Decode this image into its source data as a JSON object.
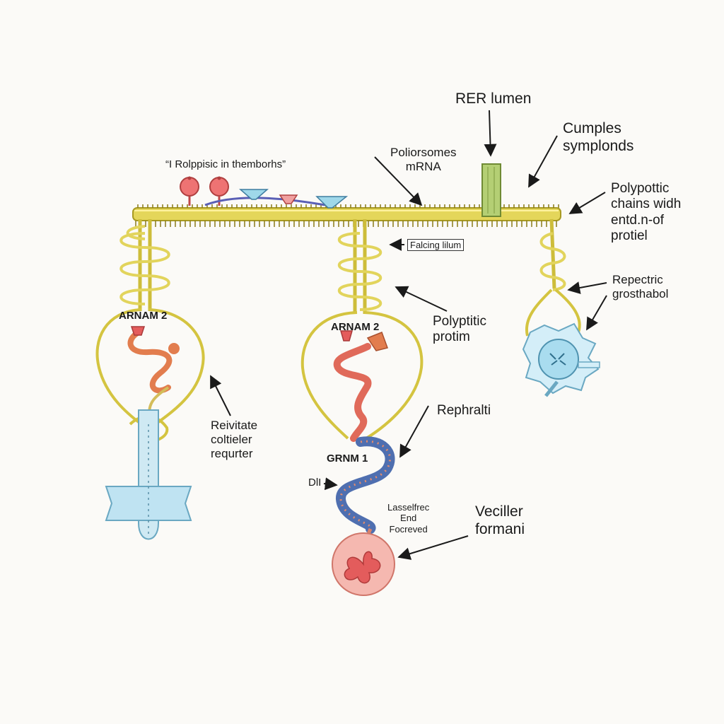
{
  "labels": {
    "rer_lumen": "RER lumen",
    "cumples_line1": "Cumples",
    "cumples_line2": "symplonds",
    "polysomes_line1": "Poliorsomes",
    "polysomes_line2": "mRNA",
    "ropp_caption": "“I Rolppisic in themborhs”",
    "polyp_chains_line1": "Polypottic",
    "polyp_chains_line2": "chains widh",
    "polyp_chains_line3": "entd.n-of",
    "polyp_chains_line4": "protiel",
    "falcing": "Falcing lilum",
    "repectric_line1": "Repectric",
    "repectric_line2": "grosthabol",
    "arnam_left": "ARNAM 2",
    "arnam_mid": "ARNAM 2",
    "polyptitic_line1": "Polyptitic",
    "polyptitic_line2": "protim",
    "rephralti": "Rephralti",
    "reivitate_line1": "Reivitate",
    "reivitate_line2": "coltieler",
    "reivitate_line3": "requrter",
    "grnm": "GRNM 1",
    "dll": "DlI",
    "lasselfrec_line1": "Lasselfrec",
    "lasselfrec_line2": "End",
    "lasselfrec_line3": "Focreved",
    "veciller_line1": "Veciller",
    "veciller_line2": "formani"
  },
  "colors": {
    "membrane": "#d8c944",
    "membrane_dark": "#9c8a1a",
    "ribosome": "#e86a6a",
    "polypeptide": "#e07a52",
    "mrna_blue": "#4f6fb0",
    "vesicle_blue": "#bfe3f2",
    "vesicle_red": "#f5b8b0",
    "green_channel": "#a8c46a"
  }
}
